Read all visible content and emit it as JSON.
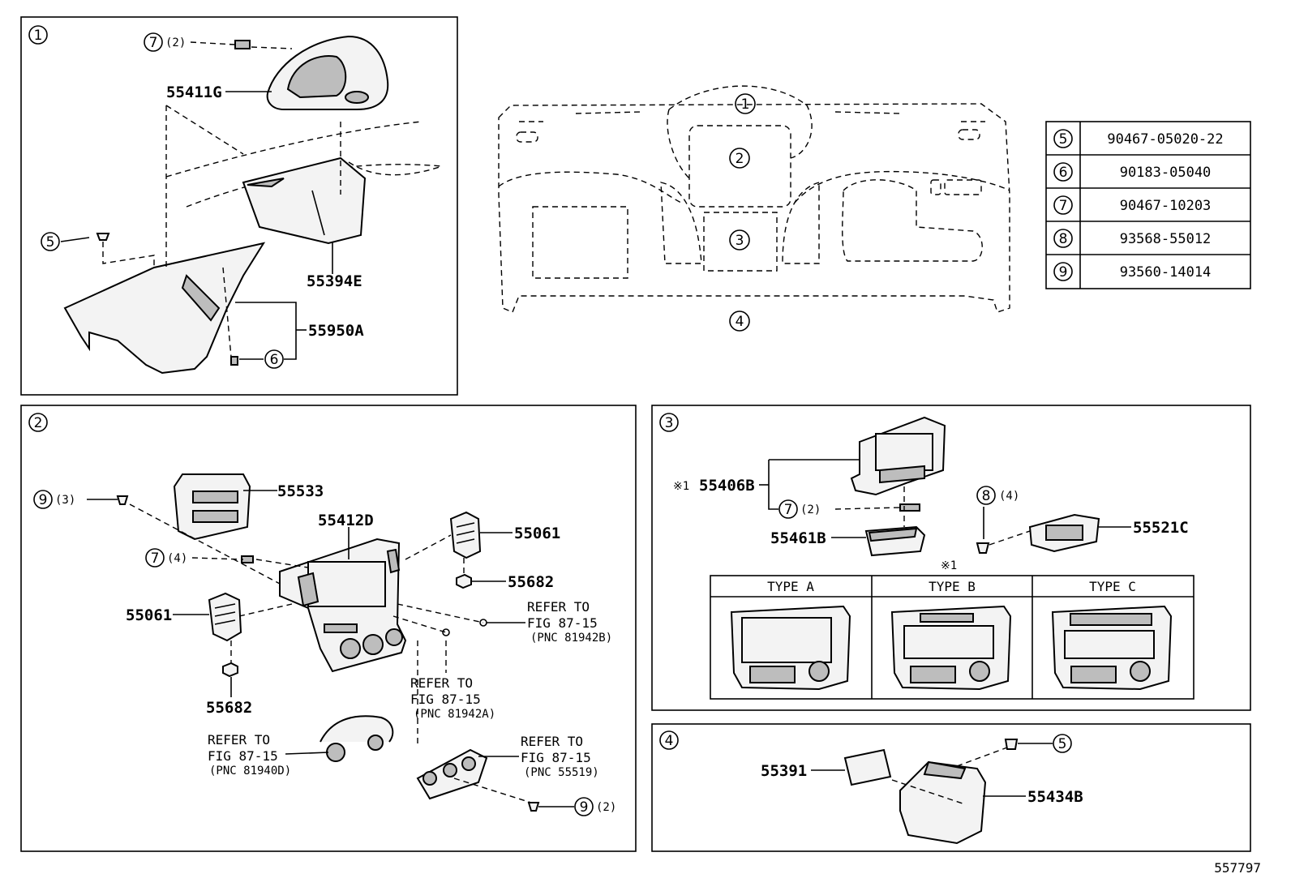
{
  "sections": {
    "s1": {
      "number": "1",
      "labels": {
        "p55411G": "55411G",
        "p55394E": "55394E",
        "p55950A": "55950A",
        "c7": "7",
        "c7_qty": "(2)",
        "c5": "5",
        "c6": "6"
      }
    },
    "s2": {
      "number": "2",
      "labels": {
        "p55533": "55533",
        "p55412D": "55412D",
        "p55061_right": "55061",
        "p55061_left": "55061",
        "p55682_right": "55682",
        "p55682_left": "55682",
        "c9a": "9",
        "c9a_qty": "(3)",
        "c7": "7",
        "c7_qty": "(4)",
        "c9b": "9",
        "c9b_qty": "(2)"
      },
      "refs": [
        {
          "l1": "REFER TO",
          "l2": "FIG 87-15",
          "l3": "(PNC 81942B)"
        },
        {
          "l1": "REFER TO",
          "l2": "FIG 87-15",
          "l3": "(PNC 81942A)"
        },
        {
          "l1": "REFER TO",
          "l2": "FIG 87-15",
          "l3": "(PNC 81940D)"
        },
        {
          "l1": "REFER TO",
          "l2": "FIG 87-15",
          "l3": "(PNC 55519)"
        }
      ]
    },
    "s3": {
      "number": "3",
      "labels": {
        "p55406B": "55406B",
        "note_mark": "※1",
        "p55461B": "55461B",
        "p55521C": "55521C",
        "c7": "7",
        "c7_qty": "(2)",
        "c8": "8",
        "c8_qty": "(4)",
        "table_note": "※1"
      },
      "types": [
        "TYPE A",
        "TYPE B",
        "TYPE C"
      ]
    },
    "s4": {
      "number": "4",
      "labels": {
        "p55391": "55391",
        "p55434B": "55434B",
        "c5": "5"
      }
    }
  },
  "overview": {
    "region_numbers": [
      "1",
      "2",
      "3",
      "4"
    ]
  },
  "parts_table": [
    {
      "ref": "5",
      "part": "90467-05020-22"
    },
    {
      "ref": "6",
      "part": "90183-05040"
    },
    {
      "ref": "7",
      "part": "90467-10203"
    },
    {
      "ref": "8",
      "part": "93568-55012"
    },
    {
      "ref": "9",
      "part": "93560-14014"
    }
  ],
  "figure_id": "557797"
}
